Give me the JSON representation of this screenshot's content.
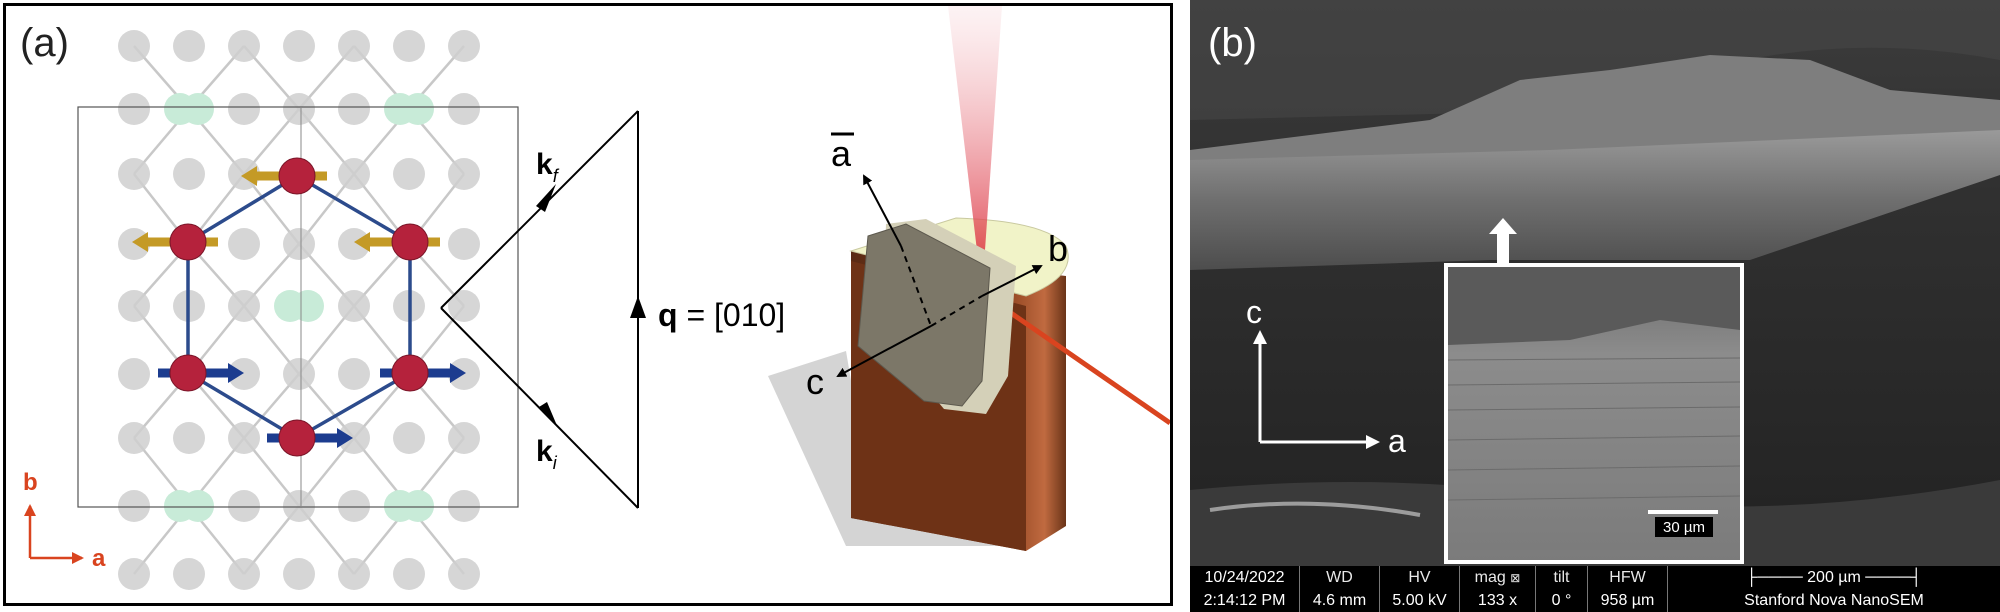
{
  "panel_a": {
    "label": "(a)",
    "vectors": {
      "kf": "k",
      "kf_sub": "f",
      "ki": "k",
      "ki_sub": "i",
      "q_bold": "q",
      "q_rest": " = [010]"
    },
    "axes2d": {
      "b": "b",
      "a": "a"
    },
    "axes3d": {
      "abar": "a",
      "b": "b",
      "c": "c"
    },
    "colors": {
      "accent_red": "#d9441f",
      "magnetic_atom": "#b5223c",
      "arrow_gold": "#c49a26",
      "arrow_blue": "#1c3c8f",
      "bond_blue": "#2c4b8c",
      "light_atom": "#cfcfcf",
      "green_atom": "#c8ebd8"
    }
  },
  "panel_b": {
    "label": "(b)",
    "axis_c": "c",
    "axis_a": "a",
    "scalebar_inset": "30 µm",
    "info": {
      "date": "10/24/2022",
      "time": "2:14:12 PM",
      "wd_label": "WD",
      "wd_value": "4.6 mm",
      "hv_label": "HV",
      "hv_value": "5.00 kV",
      "mag_label": "mag",
      "mag_value": "133 x",
      "tilt_label": "tilt",
      "tilt_value": "0 °",
      "hfw_label": "HFW",
      "hfw_value": "958 µm",
      "scale_label": "200 µm",
      "instrument": "Stanford Nova NanoSEM"
    }
  }
}
